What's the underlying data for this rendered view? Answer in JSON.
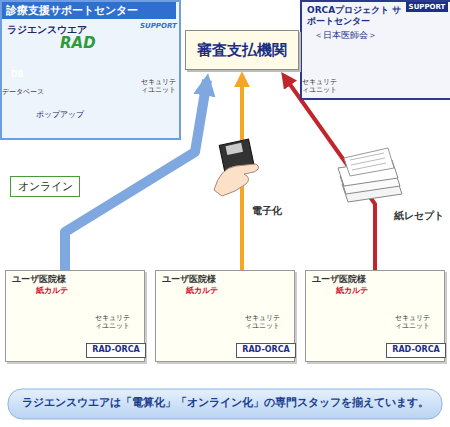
{
  "diagram": {
    "caption": "ラジエンスウエアは「電算化」「オンライン化」の専門スタッフを揃えています。",
    "nodes": [
      {
        "text": [
          "診療支援サポートセンター",
          "SUPPORT",
          "ラジエンスウエア"
        ]
      },
      {
        "text": [
          "ORCAプロジェクト サポートセンター",
          "SUPPORT",
          "＜日本医師会＞"
        ]
      },
      {
        "text": [
          "審査支払機関"
        ]
      },
      {
        "text": [
          "ユーザ医院様",
          "紙カルテ"
        ]
      },
      {
        "text": [
          "RAD-ORCA"
        ],
        "in": 3
      },
      {
        "text": [
          "ユーザ医院様",
          "紙カルテ"
        ]
      },
      {
        "text": [
          "RAD-ORCA"
        ],
        "in": 5
      },
      {
        "text": [
          "ユーザ医院様",
          "紙カルテ"
        ]
      },
      {
        "text": [
          "RAD-ORCA"
        ],
        "in": 7
      }
    ],
    "edges": [
      {
        "from": 3,
        "to": 2,
        "arrow": "to",
        "label": "オンライン"
      },
      {
        "from": 5,
        "to": 2,
        "arrow": "to",
        "label": "電子化"
      },
      {
        "from": 7,
        "to": 2,
        "arrow": "to",
        "label": "紙レセプト"
      }
    ],
    "labels": [
      "RAD",
      "DB",
      "データベース",
      "セキュリティユニット",
      "ポップアップ",
      "セキュリティユニット",
      "セキュリティユニット",
      "セキュリティユニット",
      "セキュリティユニット"
    ]
  }
}
